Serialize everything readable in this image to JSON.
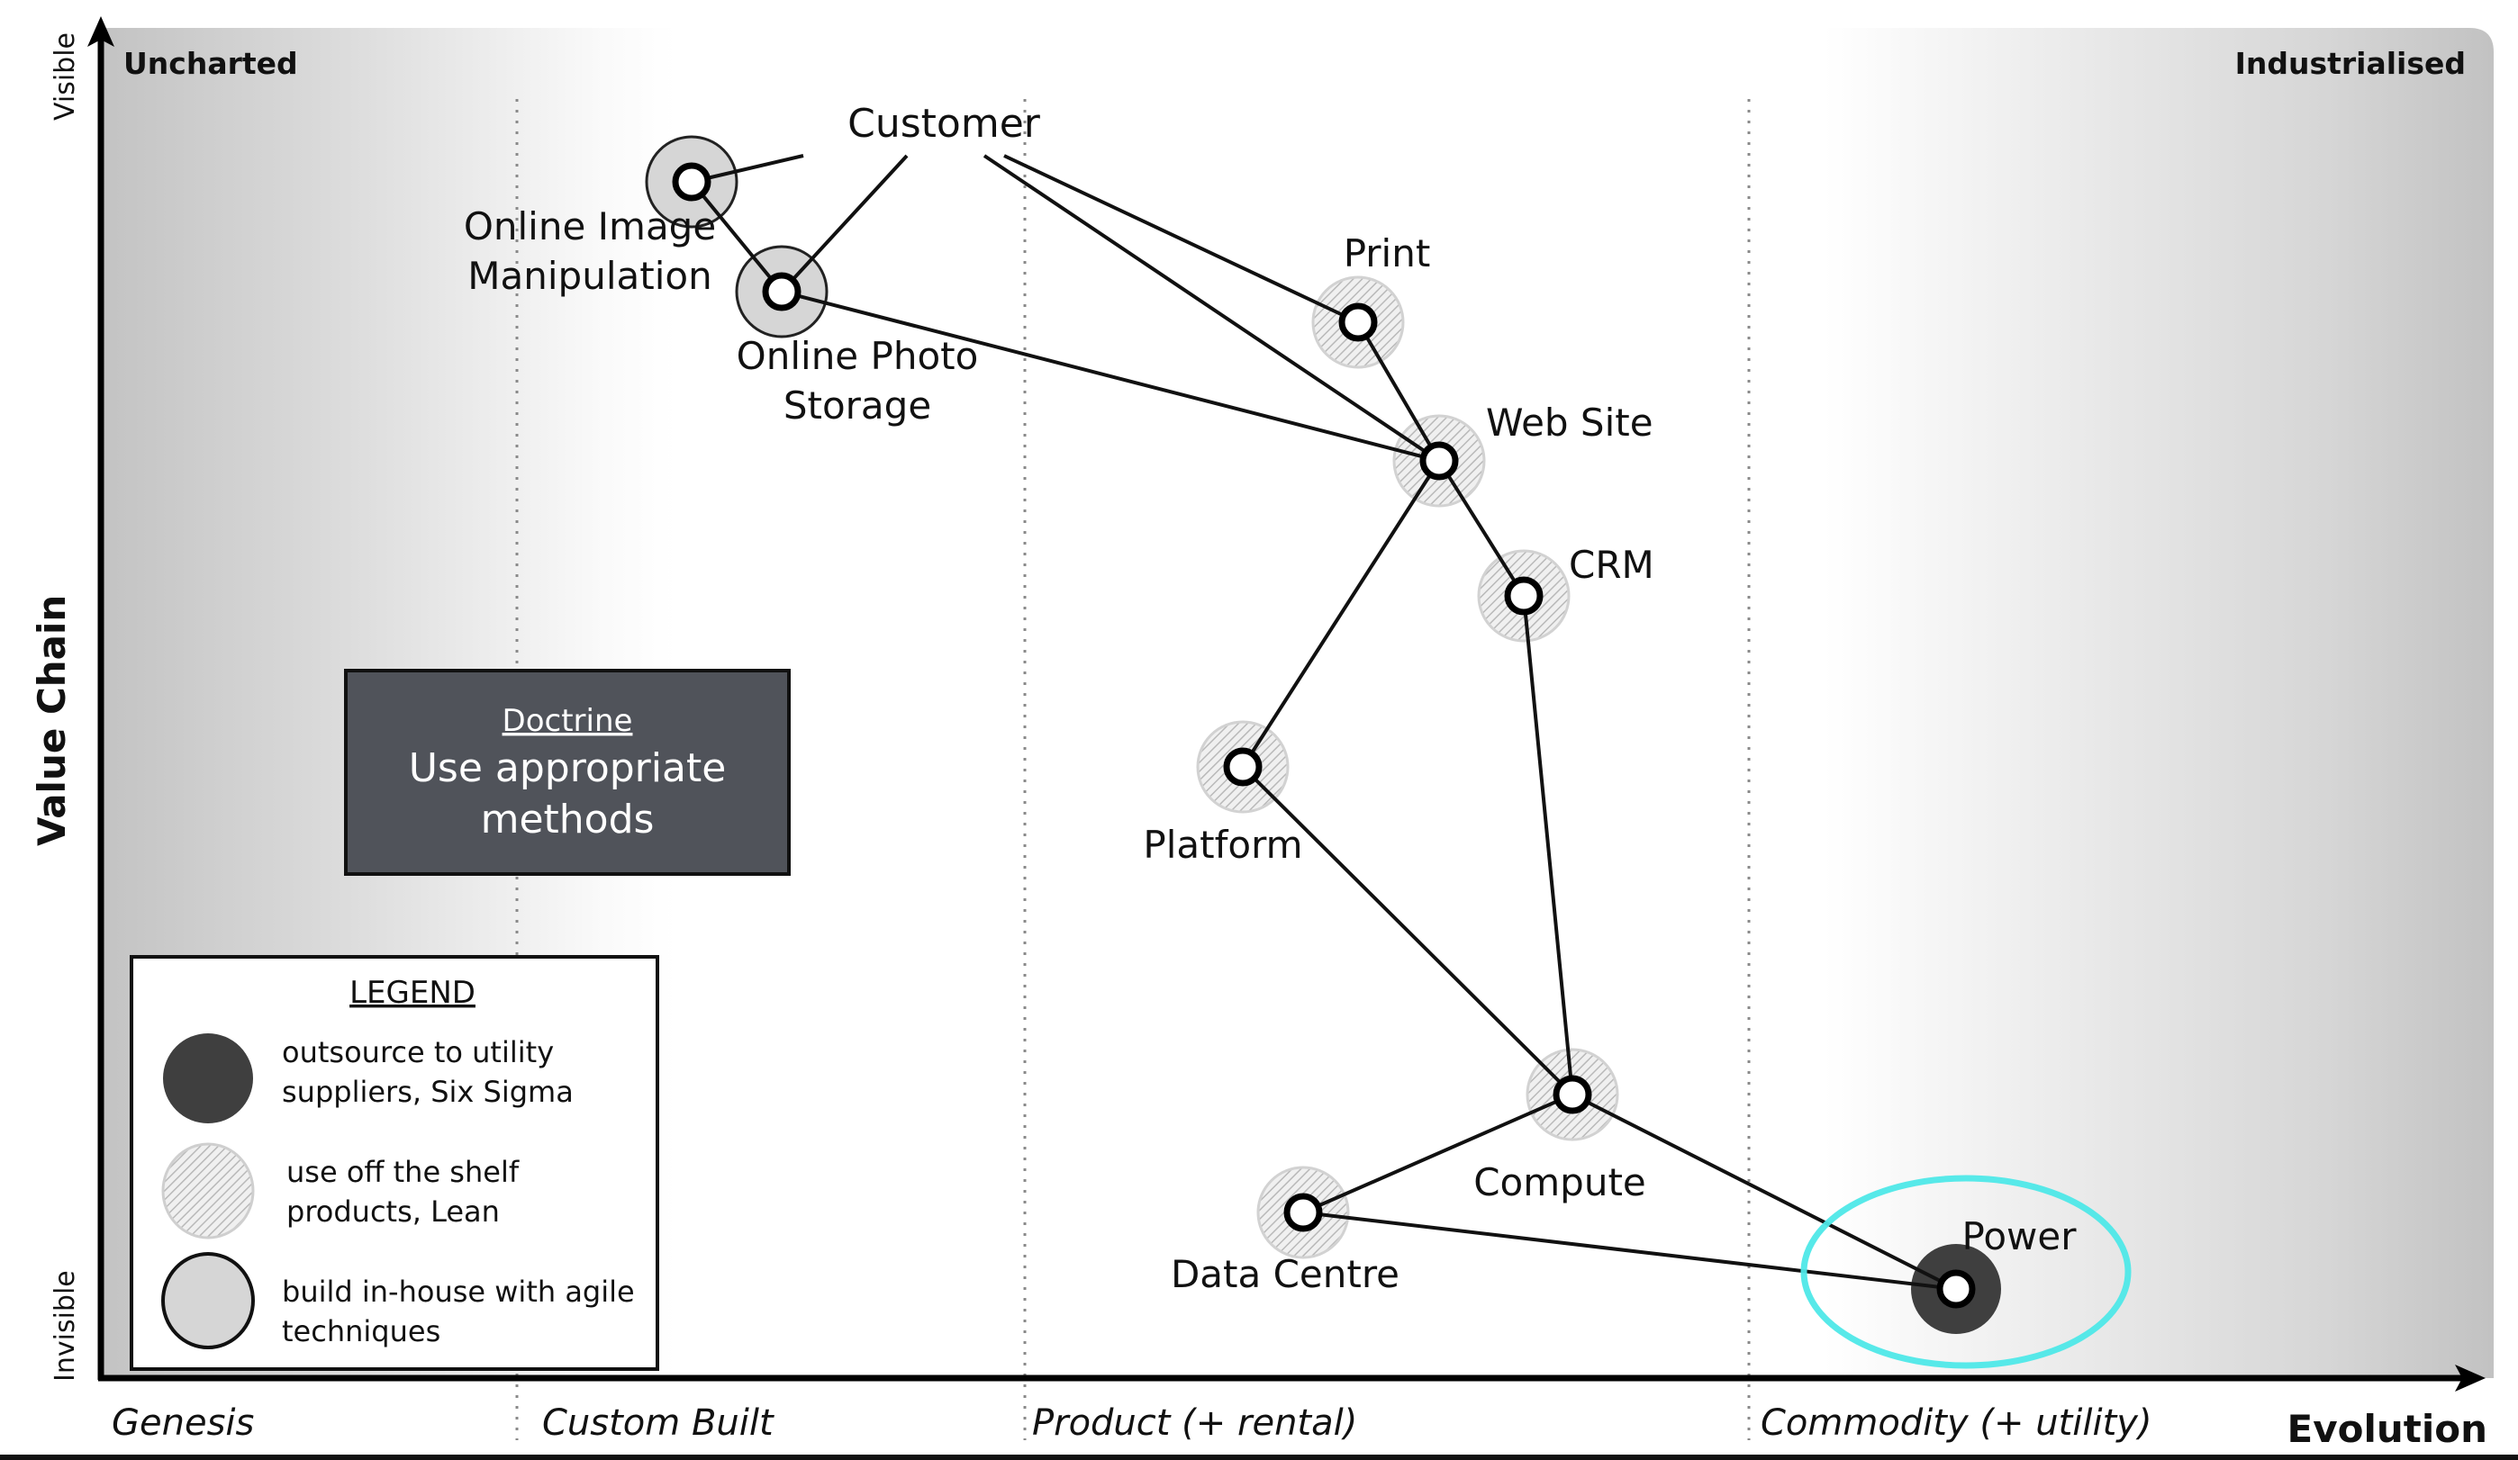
{
  "diagram": {
    "type": "wardley-map",
    "y_axis": {
      "label": "Value Chain",
      "top_label": "Visible",
      "bottom_label": "Invisible"
    },
    "x_axis": {
      "label": "Evolution",
      "stages": [
        "Genesis",
        "Custom Built",
        "Product (+ rental)",
        "Commodity (+ utility)"
      ]
    },
    "corner_labels": {
      "top_left": "Uncharted",
      "top_right": "Industrialised"
    },
    "anchor": {
      "id": "customer",
      "label": "Customer"
    },
    "components": [
      {
        "id": "oim",
        "label_lines": [
          "Online Image",
          "Manipulation"
        ],
        "method": "build"
      },
      {
        "id": "ops",
        "label_lines": [
          "Online Photo",
          "Storage"
        ],
        "method": "build"
      },
      {
        "id": "print",
        "label_lines": [
          "Print"
        ],
        "method": "product"
      },
      {
        "id": "website",
        "label_lines": [
          "Web Site"
        ],
        "method": "product"
      },
      {
        "id": "crm",
        "label_lines": [
          "CRM"
        ],
        "method": "product"
      },
      {
        "id": "platform",
        "label_lines": [
          "Platform"
        ],
        "method": "product"
      },
      {
        "id": "compute",
        "label_lines": [
          "Compute"
        ],
        "method": "product"
      },
      {
        "id": "datacentre",
        "label_lines": [
          "Data Centre"
        ],
        "method": "product"
      },
      {
        "id": "power",
        "label_lines": [
          "Power"
        ],
        "method": "utility",
        "highlighted": true
      }
    ],
    "links": [
      [
        "customer",
        "oim"
      ],
      [
        "customer",
        "ops"
      ],
      [
        "customer",
        "website"
      ],
      [
        "customer",
        "print"
      ],
      [
        "oim",
        "ops"
      ],
      [
        "ops",
        "website"
      ],
      [
        "print",
        "website"
      ],
      [
        "website",
        "crm"
      ],
      [
        "website",
        "platform"
      ],
      [
        "crm",
        "compute"
      ],
      [
        "platform",
        "compute"
      ],
      [
        "compute",
        "datacentre"
      ],
      [
        "compute",
        "power"
      ],
      [
        "datacentre",
        "power"
      ]
    ],
    "doctrine": {
      "title": "Doctrine",
      "text_lines": [
        "Use appropriate",
        "methods"
      ]
    },
    "legend": {
      "title": "LEGEND",
      "items": [
        {
          "method": "utility",
          "text_lines": [
            "outsource to utility",
            "suppliers, Six Sigma"
          ]
        },
        {
          "method": "product",
          "text_lines": [
            "use off the shelf",
            "products, Lean"
          ]
        },
        {
          "method": "build",
          "text_lines": [
            "build in-house with agile",
            "techniques"
          ]
        }
      ]
    },
    "colors": {
      "utility": "#3f3f3f",
      "product_hatch": "#c4c4c4",
      "build_fill": "#d6d6d6",
      "doctrine_bg": "#50535a",
      "highlight": "#4ee8e8",
      "axis": "#000000"
    }
  }
}
